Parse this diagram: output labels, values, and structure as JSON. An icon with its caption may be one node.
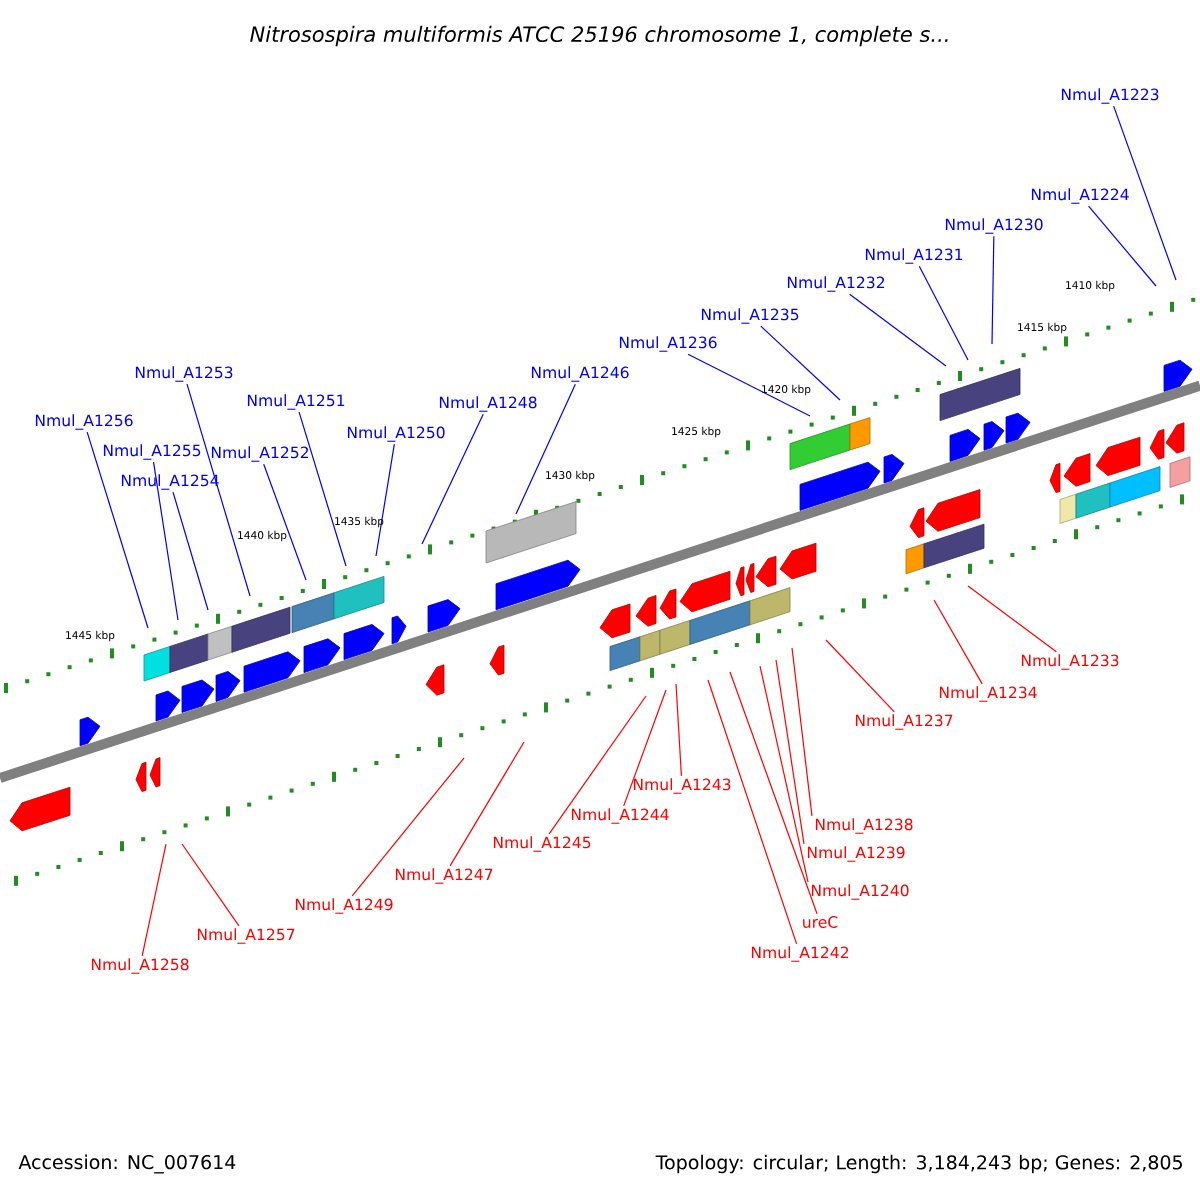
{
  "diagram": {
    "title": "Nitrosospira multiformis ATCC 25196 chromosome 1, complete s...",
    "nodes": [
      {
        "text": [
          "Nmul_A1223"
        ]
      },
      {
        "text": [
          "Nmul_A1224"
        ]
      },
      {
        "text": [
          "Nmul_A1230"
        ]
      },
      {
        "text": [
          "Nmul_A1231"
        ]
      },
      {
        "text": [
          "Nmul_A1232"
        ]
      },
      {
        "text": [
          "Nmul_A1235"
        ]
      },
      {
        "text": [
          "Nmul_A1236"
        ]
      },
      {
        "text": [
          "Nmul_A1253"
        ]
      },
      {
        "text": [
          "Nmul_A1246"
        ]
      },
      {
        "text": [
          "Nmul_A1251"
        ]
      },
      {
        "text": [
          "Nmul_A1248"
        ]
      },
      {
        "text": [
          "Nmul_A1256"
        ]
      },
      {
        "text": [
          "Nmul_A1250"
        ]
      },
      {
        "text": [
          "Nmul_A1255"
        ]
      },
      {
        "text": [
          "Nmul_A1252"
        ]
      },
      {
        "text": [
          "Nmul_A1254"
        ]
      },
      {
        "text": [
          "Nmul_A1233"
        ]
      },
      {
        "text": [
          "Nmul_A1234"
        ]
      },
      {
        "text": [
          "Nmul_A1237"
        ]
      },
      {
        "text": [
          "Nmul_A1243"
        ]
      },
      {
        "text": [
          "Nmul_A1244"
        ]
      },
      {
        "text": [
          "Nmul_A1238"
        ]
      },
      {
        "text": [
          "Nmul_A1239"
        ]
      },
      {
        "text": [
          "Nmul_A1245"
        ]
      },
      {
        "text": [
          "Nmul_A1240"
        ]
      },
      {
        "text": [
          "Nmul_A1247"
        ]
      },
      {
        "text": [
          "ureC"
        ]
      },
      {
        "text": [
          "Nmul_A1249"
        ]
      },
      {
        "text": [
          "Nmul_A1242"
        ]
      },
      {
        "text": [
          "Nmul_A1257"
        ]
      },
      {
        "text": [
          "Nmul_A1258"
        ]
      }
    ],
    "edges": [
      {
        "from": 0,
        "to": null,
        "arrow": "none"
      },
      {
        "from": 1,
        "to": null,
        "arrow": "none"
      },
      {
        "from": 2,
        "to": null,
        "arrow": "none"
      },
      {
        "from": 3,
        "to": null,
        "arrow": "none"
      },
      {
        "from": 4,
        "to": null,
        "arrow": "none"
      },
      {
        "from": 5,
        "to": null,
        "arrow": "none"
      },
      {
        "from": 6,
        "to": null,
        "arrow": "none"
      },
      {
        "from": 7,
        "to": null,
        "arrow": "none"
      },
      {
        "from": 8,
        "to": null,
        "arrow": "none"
      },
      {
        "from": 9,
        "to": null,
        "arrow": "none"
      },
      {
        "from": 10,
        "to": null,
        "arrow": "none"
      },
      {
        "from": 11,
        "to": null,
        "arrow": "none"
      },
      {
        "from": 12,
        "to": null,
        "arrow": "none"
      },
      {
        "from": 13,
        "to": null,
        "arrow": "none"
      },
      {
        "from": 14,
        "to": null,
        "arrow": "none"
      },
      {
        "from": 15,
        "to": null,
        "arrow": "none"
      },
      {
        "from": 16,
        "to": null,
        "arrow": "none",
        "color": "#ff0000"
      },
      {
        "from": 17,
        "to": null,
        "arrow": "none",
        "color": "#ff0000"
      },
      {
        "from": 18,
        "to": null,
        "arrow": "none",
        "color": "#ff0000"
      },
      {
        "from": 19,
        "to": null,
        "arrow": "none",
        "color": "#ff0000"
      },
      {
        "from": 20,
        "to": null,
        "arrow": "none",
        "color": "#ff0000"
      },
      {
        "from": 21,
        "to": null,
        "arrow": "none",
        "color": "#ff0000"
      },
      {
        "from": 22,
        "to": null,
        "arrow": "none",
        "color": "#ff0000"
      },
      {
        "from": 23,
        "to": null,
        "arrow": "none",
        "color": "#ff0000"
      },
      {
        "from": 24,
        "to": null,
        "arrow": "none",
        "color": "#ff0000"
      },
      {
        "from": 25,
        "to": null,
        "arrow": "none",
        "color": "#ff0000"
      },
      {
        "from": 26,
        "to": null,
        "arrow": "none",
        "color": "#ff0000"
      },
      {
        "from": 27,
        "to": null,
        "arrow": "none",
        "color": "#ff0000"
      },
      {
        "from": 28,
        "to": null,
        "arrow": "none",
        "color": "#ff0000"
      },
      {
        "from": 29,
        "to": null,
        "arrow": "none",
        "color": "#ff0000"
      },
      {
        "from": 30,
        "to": null,
        "arrow": "none",
        "color": "#ff0000"
      }
    ],
    "labels": [
      "1410 kbp",
      "1415 kbp",
      "1420 kbp",
      "1425 kbp",
      "1430 kbp",
      "1435 kbp",
      "1440 kbp",
      "1445 kbp",
      "Accession: NC_007614",
      "Topology: circular; Length: 3,184,243 bp; Genes: 2,805"
    ]
  }
}
